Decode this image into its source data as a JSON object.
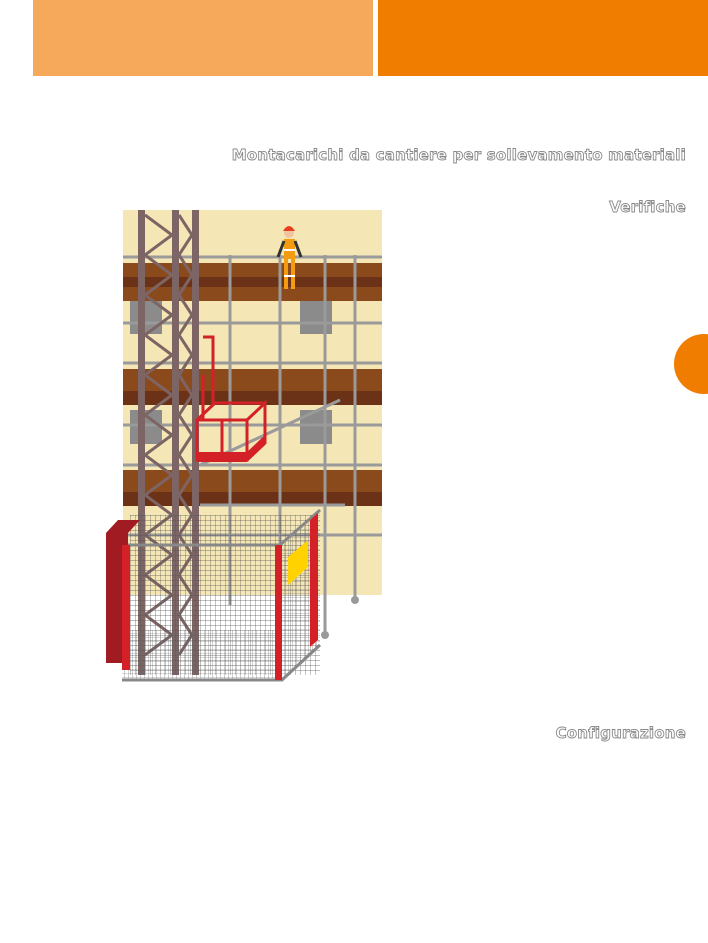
{
  "header": {
    "band_left_color": "#f6a95b",
    "band_right_color": "#f07d00"
  },
  "headings": {
    "title": "Montacarichi da cantiere per sollevamento materiali",
    "verifiche": "Verifiche",
    "configurazione": "Configurazione"
  },
  "side_tab": {
    "color": "#f07d00"
  },
  "illustration": {
    "subject": "construction-hoist-scaffold",
    "colors": {
      "wall": "#f5e6b5",
      "plank": "#8a4a1c",
      "plank_dark": "#6b3218",
      "mast": "#7d6565",
      "scaffold": "#9a9a9a",
      "hoist_red": "#d42027",
      "enclosure": "#a01c22",
      "sign": "#ffd200",
      "worker_vest": "#f39c12",
      "worker_helmet": "#e8401c"
    }
  }
}
